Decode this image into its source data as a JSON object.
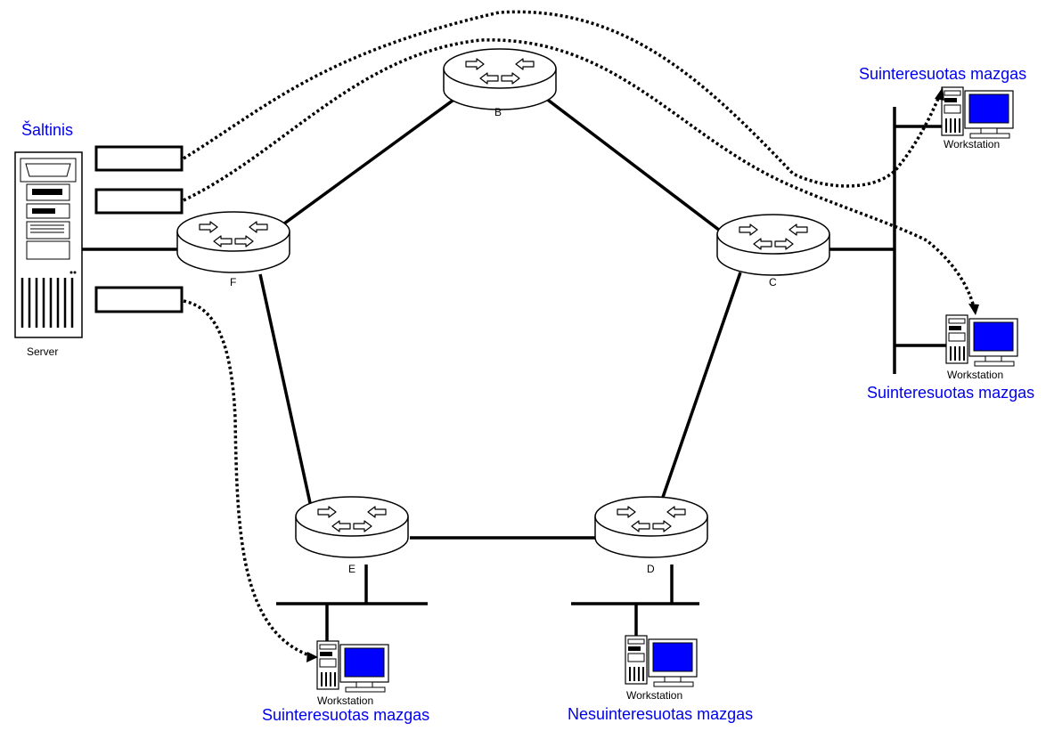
{
  "source": {
    "title": "Šaltinis",
    "device_label": "Server"
  },
  "routers": [
    {
      "id": "router-b",
      "label": "B"
    },
    {
      "id": "router-c",
      "label": "C"
    },
    {
      "id": "router-d",
      "label": "D"
    },
    {
      "id": "router-e",
      "label": "E"
    },
    {
      "id": "router-f",
      "label": "F"
    }
  ],
  "hosts": [
    {
      "id": "host-top-right",
      "device_label": "Workstation",
      "caption": "Suinteresuotas mazgas",
      "interested": true
    },
    {
      "id": "host-right",
      "device_label": "Workstation",
      "caption": "Suinteresuotas mazgas",
      "interested": true
    },
    {
      "id": "host-bottom-e",
      "device_label": "Workstation",
      "caption": "Suinteresuotas mazgas",
      "interested": true
    },
    {
      "id": "host-bottom-d",
      "device_label": "Workstation",
      "caption": "Nesuinteresuotas mazgas",
      "interested": false
    }
  ],
  "packets": [
    {
      "id": "packet-1",
      "target": "host-top-right"
    },
    {
      "id": "packet-2",
      "target": "host-right"
    },
    {
      "id": "packet-3",
      "target": "host-bottom-e"
    }
  ],
  "colors": {
    "caption": "#0000ee",
    "monitor_screen": "#0000ff",
    "router_body": "#ffffff",
    "line": "#000000"
  },
  "icons": {
    "router": "router-icon",
    "server": "server-icon",
    "workstation": "workstation-icon"
  }
}
